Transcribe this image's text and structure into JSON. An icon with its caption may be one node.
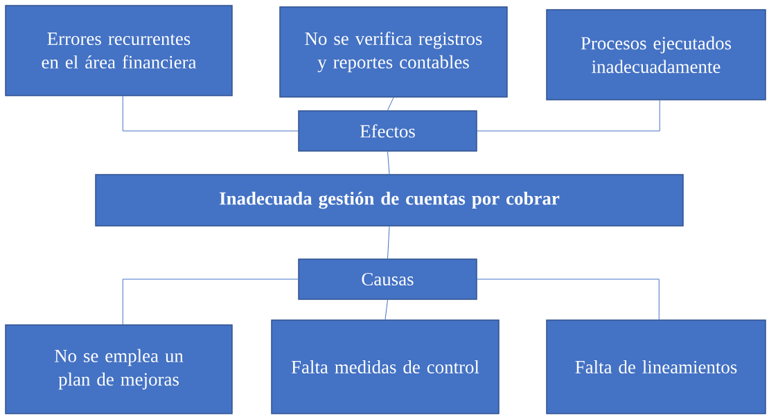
{
  "diagram": {
    "nodes": [
      {
        "text": [
          "Errores recurrentes en el área financiera"
        ]
      },
      {
        "text": [
          "No se verifica registros y reportes contables"
        ]
      },
      {
        "text": [
          "Procesos ejecutados inadecuadamente"
        ]
      },
      {
        "text": [
          "Efectos"
        ]
      },
      {
        "text": [
          "Inadecuada gestión de cuentas por cobrar"
        ]
      },
      {
        "text": [
          "Causas"
        ]
      },
      {
        "text": [
          "No se emplea un plan de mejoras"
        ]
      },
      {
        "text": [
          "Falta medidas de control"
        ]
      },
      {
        "text": [
          "Falta de lineamientos"
        ]
      }
    ],
    "edges": [
      {
        "from": 0,
        "to": 3,
        "arrow": "none"
      },
      {
        "from": 1,
        "to": 3,
        "arrow": "none"
      },
      {
        "from": 2,
        "to": 3,
        "arrow": "none"
      },
      {
        "from": 3,
        "to": 4,
        "arrow": "none"
      },
      {
        "from": 4,
        "to": 5,
        "arrow": "none"
      },
      {
        "from": 5,
        "to": 6,
        "arrow": "none"
      },
      {
        "from": 5,
        "to": 7,
        "arrow": "none"
      },
      {
        "from": 5,
        "to": 8,
        "arrow": "none"
      }
    ]
  }
}
